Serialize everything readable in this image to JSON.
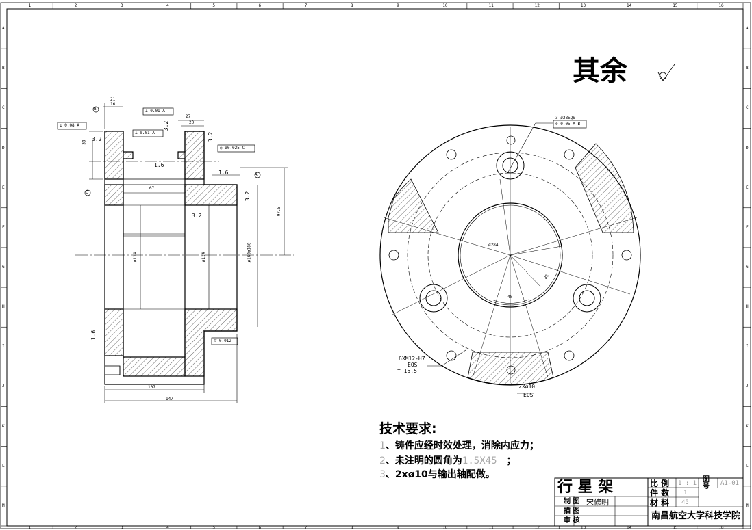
{
  "frame": {
    "col_labels": [
      "1",
      "2",
      "3",
      "4",
      "5",
      "6",
      "7",
      "8",
      "9",
      "10",
      "11",
      "12",
      "13",
      "14",
      "15",
      "16"
    ],
    "row_labels": [
      "A",
      "B",
      "C",
      "D",
      "E",
      "F",
      "G",
      "H",
      "I",
      "J",
      "K",
      "L",
      "M"
    ]
  },
  "roughness_note": {
    "label": "其余"
  },
  "left_view": {
    "dims": {
      "d21": "21",
      "d16": "16",
      "d27": "27",
      "d20": "20",
      "d30": "30",
      "d67": "67",
      "d107": "107",
      "d147": "147",
      "d97_5": "97.5",
      "phi114_a": "ø114",
      "phi114_b": "ø114",
      "phi160": "ø160ø180"
    },
    "roughness": {
      "r32a": "3.2",
      "r32b": "3.2",
      "r32c": "3.2",
      "r32d": "3.2",
      "r32e": "3.2",
      "r16a": "1.6",
      "r16b": "1.6",
      "r16c": "1.6"
    },
    "tolerances": {
      "t1": "⊥ 0.01 A",
      "t2": "⊥ 0.01 A",
      "t3": "⊥ 0.08 A",
      "t4": "◎ ø0.025 C",
      "t5": "⌭ 0.012"
    },
    "datums": {
      "a": "A",
      "b": "B",
      "c": "C"
    }
  },
  "right_view": {
    "labels": {
      "holes_top": "3-ø28EQS",
      "holes_top_tol": "⊕ 0.05 A B",
      "phi284": "ø284",
      "r81": "81",
      "d40": "40",
      "thread": "6XM12-H7",
      "thread_eqs": "EQS",
      "thread_depth": "⊤ 15.5",
      "pin": "2Xø10",
      "pin_eqs": "EQS"
    }
  },
  "notes": {
    "title": "技术要求:",
    "items": [
      {
        "num": "1",
        "text": "、铸件应经时效处理，消除内应力；",
        "cad": ""
      },
      {
        "num": "2",
        "text": "、未注明的圆角为",
        "cad": "1.5X45",
        "tail": "；"
      },
      {
        "num": "3",
        "text": "、2xø10与输出轴配做。",
        "cad": ""
      }
    ]
  },
  "title_block": {
    "part_name": "行      星      架",
    "scale_label": "比   例",
    "scale_value": "1 : 1",
    "qty_label": "件   数",
    "qty_value": "1",
    "material_label": "材   料",
    "material_value": "45",
    "drawing_no_label": "图 号",
    "drawing_no": "A1-01",
    "drawn_label": "制 图",
    "traced_label": "描 图",
    "checked_label": "审 核",
    "designer": "宋修明",
    "organization": "南昌航空大学科技学院"
  }
}
